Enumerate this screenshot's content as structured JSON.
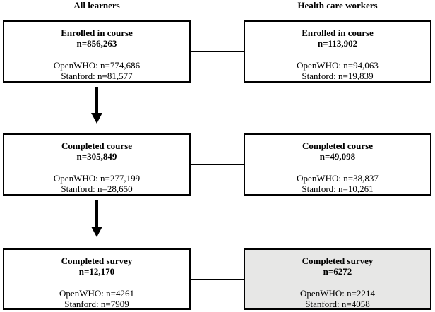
{
  "diagram": {
    "headers": {
      "all_learners": "All learners",
      "health_care_workers": "Health care workers"
    },
    "rows": [
      {
        "all": {
          "title": "Enrolled in course",
          "n": "n=856,263",
          "openwho": "OpenWHO: n=774,686",
          "stanford": "Stanford: n=81,577"
        },
        "hcw": {
          "title": "Enrolled in course",
          "n": "n=113,902",
          "openwho": "OpenWHO: n=94,063",
          "stanford": "Stanford: n=19,839"
        }
      },
      {
        "all": {
          "title": "Completed course",
          "n": "n=305,849",
          "openwho": "OpenWHO: n=277,199",
          "stanford": "Stanford: n=28,650"
        },
        "hcw": {
          "title": "Completed course",
          "n": "n=49,098",
          "openwho": "OpenWHO: n=38,837",
          "stanford": "Stanford: n=10,261"
        }
      },
      {
        "all": {
          "title": "Completed survey",
          "n": "n=12,170",
          "openwho": "OpenWHO: n=4261",
          "stanford": "Stanford: n=7909"
        },
        "hcw": {
          "title": "Completed survey",
          "n": "n=6272",
          "openwho": "OpenWHO: n=2214",
          "stanford": "Stanford: n=4058",
          "highlighted": "true"
        }
      }
    ],
    "colors": {
      "border": "#000000",
      "background": "#ffffff",
      "highlight_fill": "#e7e7e6"
    }
  }
}
